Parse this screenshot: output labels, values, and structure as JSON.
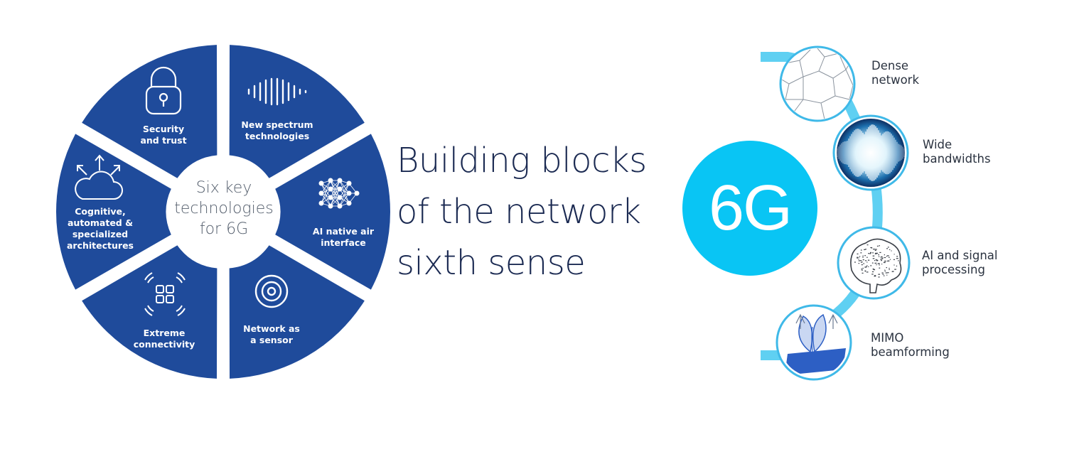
{
  "wheel": {
    "center_lines": [
      "Six key",
      "technologies",
      "for 6G"
    ],
    "segments": [
      {
        "lines": [
          "Security",
          "and trust"
        ],
        "icon": "padlock-icon"
      },
      {
        "lines": [
          "New spectrum",
          "technologies"
        ],
        "icon": "spectrum-waves-icon"
      },
      {
        "lines": [
          "AI native air",
          "interface"
        ],
        "icon": "neural-network-icon"
      },
      {
        "lines": [
          "Network as",
          "a sensor"
        ],
        "icon": "target-rings-icon"
      },
      {
        "lines": [
          "Extreme",
          "connectivity"
        ],
        "icon": "connected-squares-icon"
      },
      {
        "lines": [
          "Cognitive,",
          "automated &",
          "specialized",
          "architectures"
        ],
        "icon": "cloud-arrows-icon"
      }
    ],
    "color": "#1f4b9b"
  },
  "headline": {
    "lines": [
      "Building blocks",
      "of the network",
      "sixth sense"
    ]
  },
  "sixg": {
    "label": "6G",
    "color": "#09c5f4",
    "arc_color": "#5fd0f2"
  },
  "building_blocks": [
    {
      "lines": [
        "Dense",
        "network"
      ],
      "icon": "voronoi-mesh-icon"
    },
    {
      "lines": [
        "Wide",
        "bandwidths"
      ],
      "icon": "waveform-icon"
    },
    {
      "lines": [
        "AI and signal",
        "processing"
      ],
      "icon": "brain-icon"
    },
    {
      "lines": [
        "MIMO",
        "beamforming"
      ],
      "icon": "beam-lobes-icon"
    }
  ]
}
